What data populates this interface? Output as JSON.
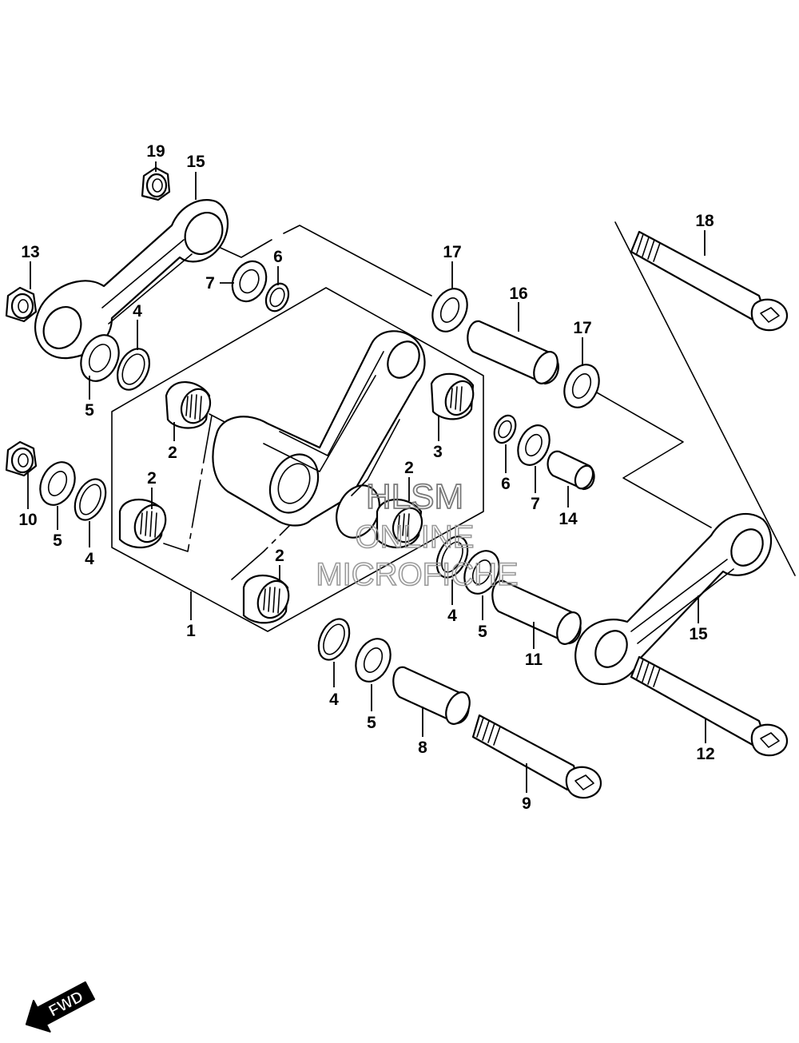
{
  "callouts": [
    {
      "id": "c19",
      "text": "19"
    },
    {
      "id": "c15a",
      "text": "15"
    },
    {
      "id": "c13",
      "text": "13"
    },
    {
      "id": "c6a",
      "text": "6"
    },
    {
      "id": "c7a",
      "text": "7"
    },
    {
      "id": "c4a",
      "text": "4"
    },
    {
      "id": "c5a",
      "text": "5"
    },
    {
      "id": "c17a",
      "text": "17"
    },
    {
      "id": "c16",
      "text": "16"
    },
    {
      "id": "c18",
      "text": "18"
    },
    {
      "id": "c17b",
      "text": "17"
    },
    {
      "id": "c2a",
      "text": "2"
    },
    {
      "id": "c3",
      "text": "3"
    },
    {
      "id": "c2b",
      "text": "2"
    },
    {
      "id": "c2c",
      "text": "2"
    },
    {
      "id": "c6b",
      "text": "6"
    },
    {
      "id": "c7b",
      "text": "7"
    },
    {
      "id": "c14",
      "text": "14"
    },
    {
      "id": "c10",
      "text": "10"
    },
    {
      "id": "c5b",
      "text": "5"
    },
    {
      "id": "c4b",
      "text": "4"
    },
    {
      "id": "c2d",
      "text": "2"
    },
    {
      "id": "c1",
      "text": "1"
    },
    {
      "id": "c4c",
      "text": "4"
    },
    {
      "id": "c5c",
      "text": "5"
    },
    {
      "id": "c11",
      "text": "11"
    },
    {
      "id": "c15b",
      "text": "15"
    },
    {
      "id": "c4d",
      "text": "4"
    },
    {
      "id": "c5d",
      "text": "5"
    },
    {
      "id": "c8",
      "text": "8"
    },
    {
      "id": "c12",
      "text": "12"
    },
    {
      "id": "c9",
      "text": "9"
    }
  ],
  "watermark": {
    "line1": "HLSM",
    "line2": "ONLINE",
    "line3": "MICROFICHE"
  },
  "fwd_label": "FWD"
}
